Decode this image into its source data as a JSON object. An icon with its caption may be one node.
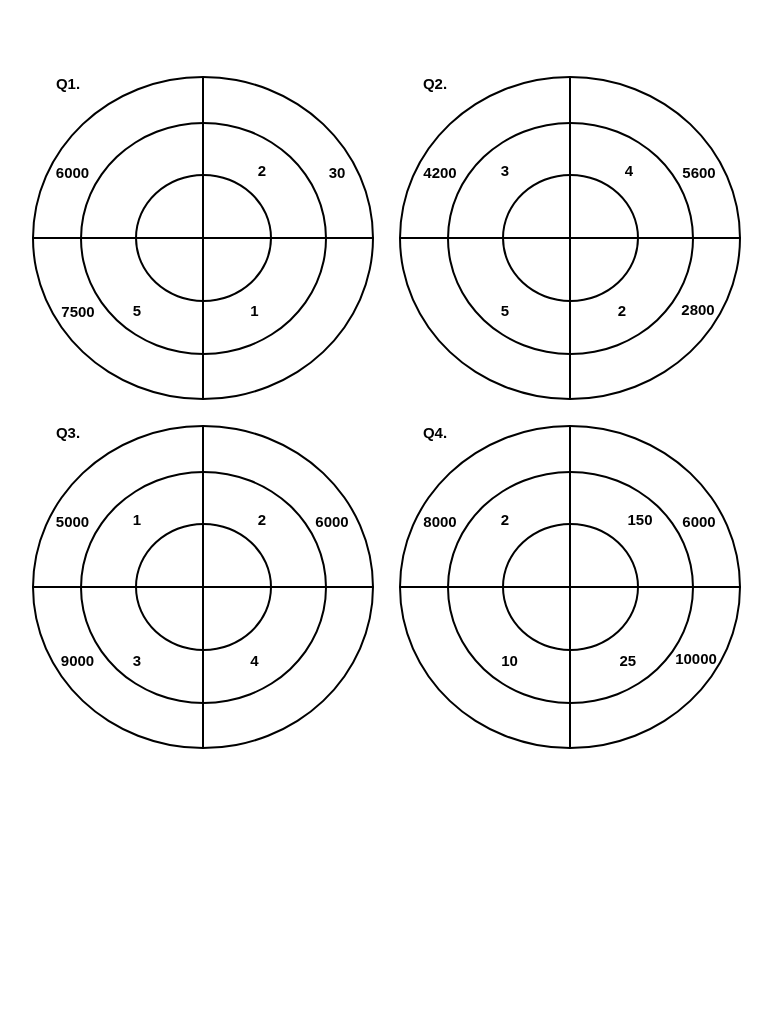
{
  "diagram": {
    "nodes": [
      {
        "text": [
          "Q1.",
          "6000",
          "30",
          "7500"
        ]
      },
      {
        "text": [
          "2",
          "5",
          "1"
        ],
        "in": 0
      },
      {
        "text": [],
        "shape": "circle",
        "in": 1
      },
      {
        "text": [
          "Q2.",
          "4200",
          "5600",
          "2800"
        ]
      },
      {
        "text": [
          "3",
          "4",
          "5",
          "2"
        ],
        "in": 3
      },
      {
        "text": [],
        "shape": "circle",
        "in": 4
      },
      {
        "text": [
          "Q3.",
          "5000",
          "6000",
          "9000"
        ]
      },
      {
        "text": [
          "1",
          "2",
          "3",
          "4"
        ],
        "in": 6
      },
      {
        "text": [],
        "shape": "circle",
        "in": 7
      },
      {
        "text": [
          "Q4.",
          "8000",
          "6000",
          "10000"
        ]
      },
      {
        "text": [
          "2",
          "150",
          "10",
          "25"
        ],
        "in": 9
      },
      {
        "text": [],
        "shape": "circle",
        "in": 10
      }
    ]
  }
}
